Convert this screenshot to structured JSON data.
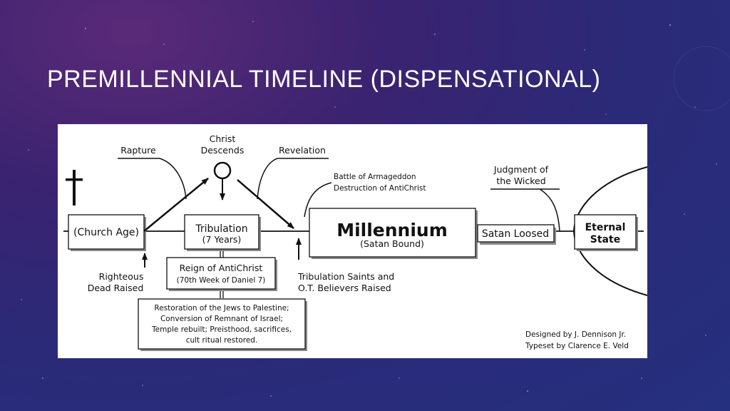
{
  "slide": {
    "title": "PREMILLENNIAL TIMELINE (DISPENSATIONAL)"
  },
  "diagram": {
    "rapture": "Rapture",
    "christ_descends": [
      "Christ",
      "Descends"
    ],
    "revelation": "Revelation",
    "battle": [
      "Battle of Armageddon",
      "Destruction of AntiChrist"
    ],
    "judgment": [
      "Judgment of",
      "the Wicked"
    ],
    "church_age": "(Church Age)",
    "tribulation": [
      "Tribulation",
      "(7 Years)"
    ],
    "millennium": [
      "Millennium",
      "(Satan Bound)"
    ],
    "satan_loosed": "Satan Loosed",
    "eternal_state": [
      "Eternal",
      "State"
    ],
    "righteous_dead": [
      "Righteous",
      "Dead Raised"
    ],
    "reign": [
      "Reign of AntiChrist",
      "(70th Week of Daniel 7)"
    ],
    "trib_saints": [
      "Tribulation Saints and",
      "O.T. Believers Raised"
    ],
    "restoration": [
      "Restoration of the Jews to Palestine;",
      "Conversion of Remnant of Israel;",
      "Temple rebuilt; Preisthood, sacrifices,",
      "cult ritual restored."
    ],
    "credits": [
      "Designed by  J. Dennison Jr.",
      "Typeset by  Clarence E. Veld"
    ]
  }
}
